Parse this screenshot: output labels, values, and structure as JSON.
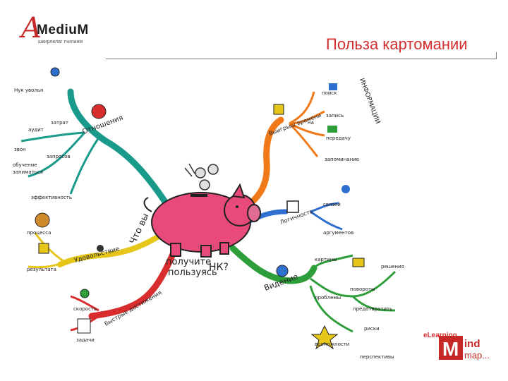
{
  "brand": {
    "letter": "A",
    "word": "MediuM",
    "tagline": "шкирлелаг гчиланм"
  },
  "title": "Польза картомании",
  "center": {
    "line1": "Что вы",
    "line2": "получите",
    "line3": "пользуясь",
    "line4": "НК?"
  },
  "branches": {
    "relationships": {
      "label": "Отношения",
      "sub": [
        "Нук увольн",
        "аудит",
        "затрат",
        "звон",
        "запросов",
        "обучение",
        "заниматься",
        "эффективность"
      ]
    },
    "satisfaction": {
      "label": "Удовольствие",
      "sub": [
        "процесса",
        "результата"
      ]
    },
    "fast_results": {
      "label": "Быстрые достижения",
      "sub": [
        "скорость",
        "задачи"
      ]
    },
    "wins": {
      "label": "Выигрыш времени",
      "connector": "на"
    },
    "information": {
      "label": "ИНФОРМАЦИИ",
      "sub": [
        "поиск",
        "запись",
        "передачу",
        "запоминание"
      ]
    },
    "logic": {
      "label": "Логичность",
      "sub": [
        "связей",
        "аргументов"
      ]
    },
    "vision": {
      "label": "Видение",
      "sub": [
        "картины",
        "проблемы",
        "решения",
        "повороты",
        "предотвратить",
        "риски",
        "возможности",
        "перспективы"
      ]
    }
  },
  "footer_logo": {
    "prefix": "eLearning",
    "letter": "M",
    "word1": "ind",
    "word2": "map..."
  },
  "colors": {
    "title": "#d32f2f",
    "pig": "#e84a79",
    "branch_teal": "#1a9a8a",
    "branch_orange": "#f07a1a",
    "branch_green": "#2e9e3a",
    "branch_yellow": "#e6c619",
    "branch_red": "#d92d2d",
    "branch_blue": "#2e6fd0"
  }
}
